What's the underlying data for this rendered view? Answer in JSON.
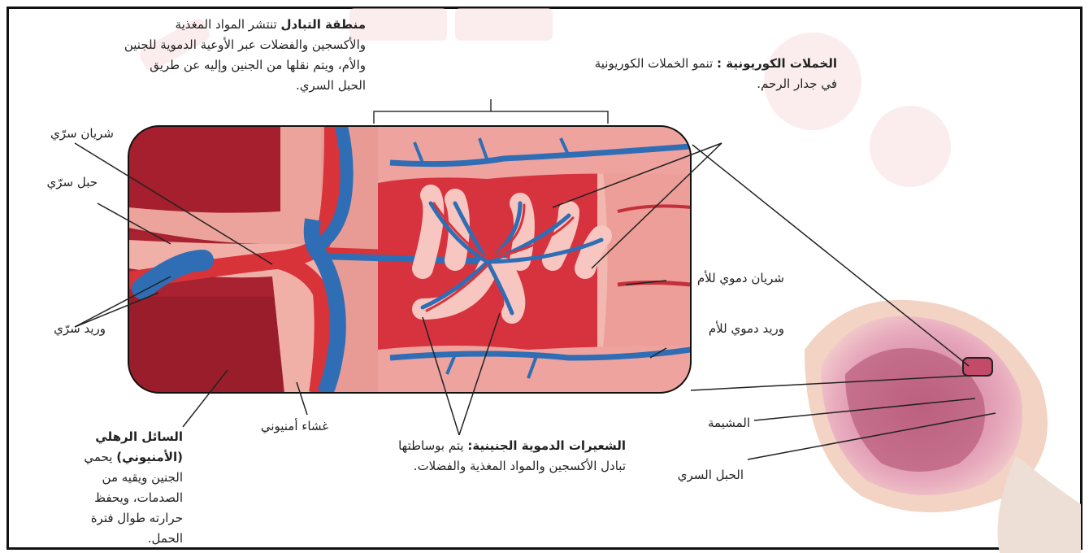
{
  "labels": {
    "exchange_zone": {
      "title": "منطقة التبادل",
      "text": "تنتشر المواد المغذية والأكسجين والفضلات عبر الأوعية الدموية للجنين والأم، ويتم نقلها من الجنين وإليه عن طريق الحبل السري."
    },
    "chorionic_villi": {
      "title": "الخملات الكوريونية :",
      "text": "تنمو الخملات الكوريونية في جدار الرحم."
    },
    "umbilical_artery": "شريان سرّي",
    "umbilical_cord": "حبل سرّي",
    "umbilical_vein": "وريد سرّي",
    "maternal_artery": [
      "شريان",
      "دموي للأم"
    ],
    "maternal_vein": [
      "وريد",
      "دموي للأم"
    ],
    "placenta": "المشيمة",
    "cord": "الحبل السري",
    "amniotic_membrane": [
      "غشاء",
      "أمنيوني"
    ],
    "amniotic_fluid": {
      "title": "السائل الرهلي (الأمنيوني)",
      "text": "يحمي الجنين ويقيه من الصدمات، ويحفظ حرارته طوال فترة الحمل."
    },
    "fetal_capillaries": {
      "title": "الشعيرات الدموية الجنينية:",
      "text": "يتم بوساطتها تبادل الأكسجين والمواد المغذية والفضلات."
    }
  },
  "colors": {
    "artery": "#d9333a",
    "vein": "#2f6db5",
    "tissue_pink": "#f0a6a0",
    "maternal_blood": "#c4303a",
    "dark_region": "#9a2030"
  }
}
